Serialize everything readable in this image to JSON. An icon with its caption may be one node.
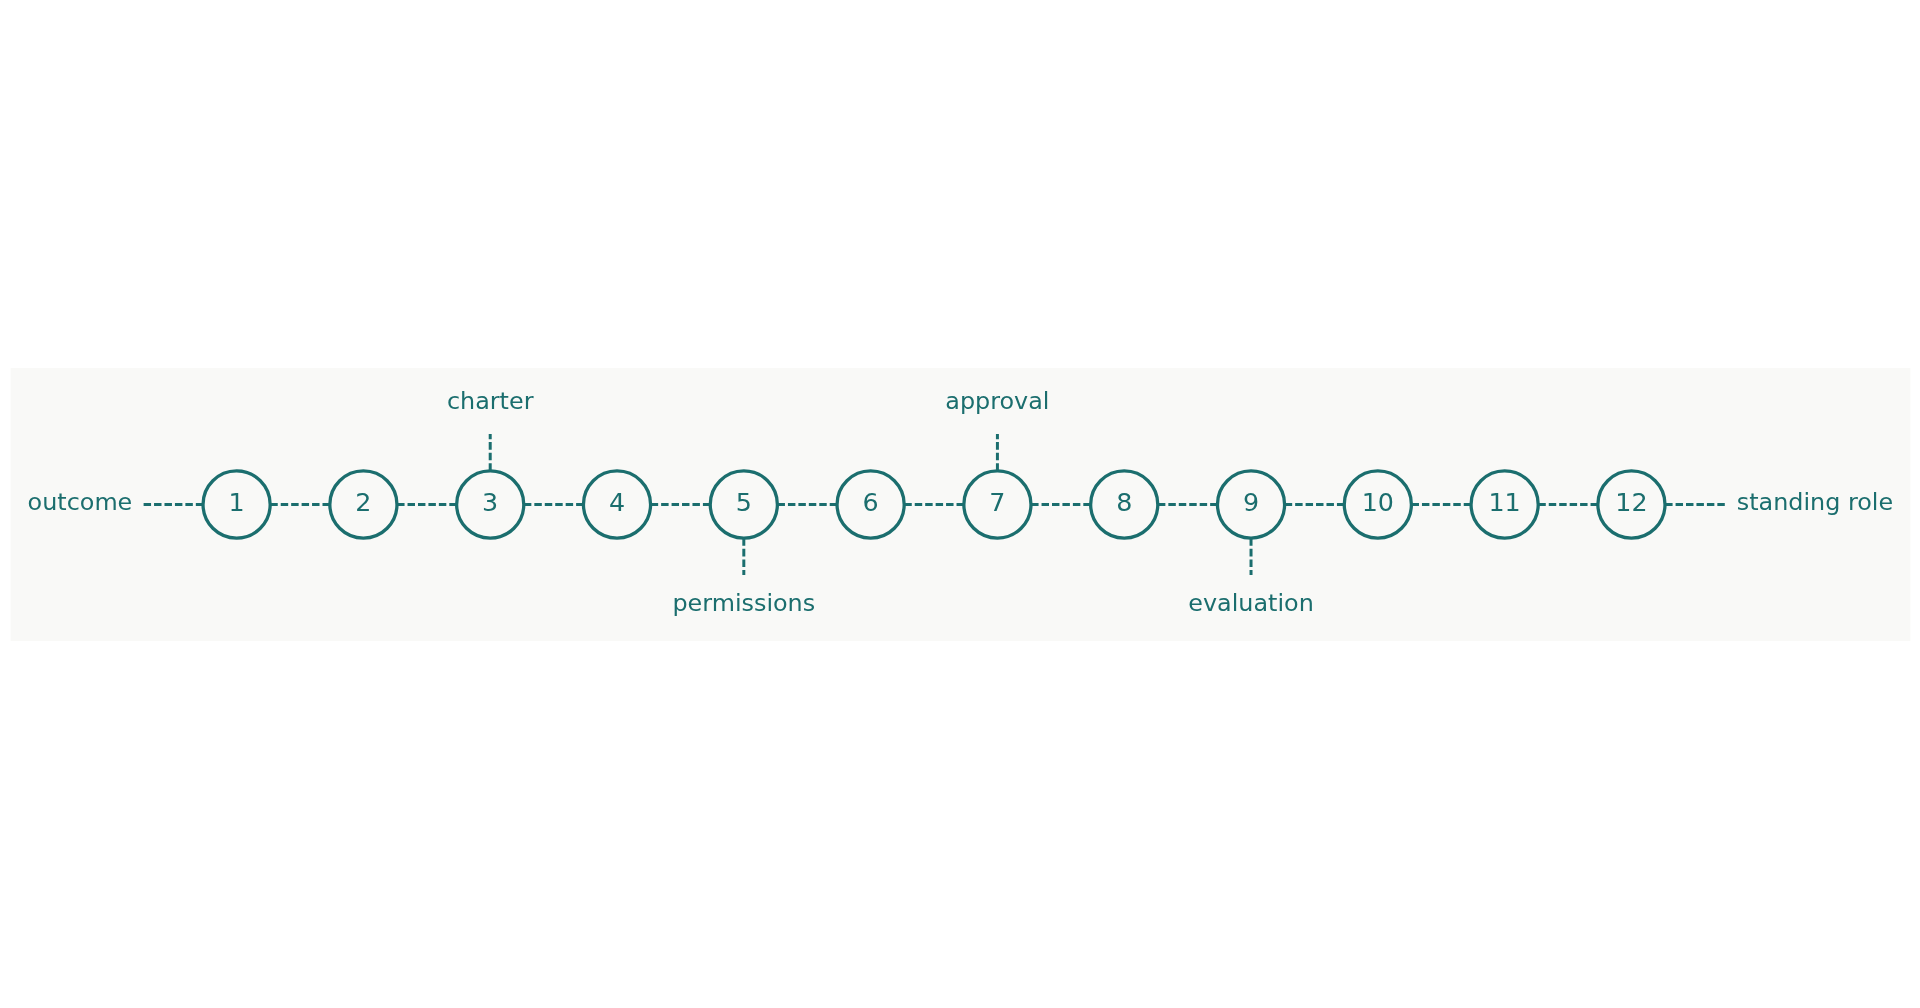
{
  "diagram": {
    "nodes": [
      {
        "text": [
          "outcome"
        ]
      },
      {
        "text": [
          "1"
        ]
      },
      {
        "text": [
          "2"
        ]
      },
      {
        "text": [
          "3"
        ]
      },
      {
        "text": [
          "4"
        ]
      },
      {
        "text": [
          "5"
        ]
      },
      {
        "text": [
          "6"
        ]
      },
      {
        "text": [
          "7"
        ]
      },
      {
        "text": [
          "8"
        ]
      },
      {
        "text": [
          "9"
        ]
      },
      {
        "text": [
          "10"
        ]
      },
      {
        "text": [
          "11"
        ]
      },
      {
        "text": [
          "12"
        ]
      },
      {
        "text": [
          "standing role"
        ]
      },
      {
        "text": [
          "charter"
        ]
      },
      {
        "text": [
          "permissions"
        ]
      },
      {
        "text": [
          "approval"
        ]
      },
      {
        "text": [
          "evaluation"
        ]
      }
    ],
    "edges": [
      {
        "from": 0,
        "to": 1,
        "arrow": "none",
        "style": "dashed"
      },
      {
        "from": 1,
        "to": 2,
        "arrow": "none",
        "style": "dashed"
      },
      {
        "from": 2,
        "to": 3,
        "arrow": "none",
        "style": "dashed"
      },
      {
        "from": 3,
        "to": 4,
        "arrow": "none",
        "style": "dashed"
      },
      {
        "from": 4,
        "to": 5,
        "arrow": "none",
        "style": "dashed"
      },
      {
        "from": 5,
        "to": 6,
        "arrow": "none",
        "style": "dashed"
      },
      {
        "from": 6,
        "to": 7,
        "arrow": "none",
        "style": "dashed"
      },
      {
        "from": 7,
        "to": 8,
        "arrow": "none",
        "style": "dashed"
      },
      {
        "from": 8,
        "to": 9,
        "arrow": "none",
        "style": "dashed"
      },
      {
        "from": 9,
        "to": 10,
        "arrow": "none",
        "style": "dashed"
      },
      {
        "from": 10,
        "to": 11,
        "arrow": "none",
        "style": "dashed"
      },
      {
        "from": 11,
        "to": 12,
        "arrow": "none",
        "style": "dashed"
      },
      {
        "from": 12,
        "to": 13,
        "arrow": "none",
        "style": "dashed"
      },
      {
        "from": 3,
        "to": 14,
        "arrow": "none",
        "style": "dashed"
      },
      {
        "from": 5,
        "to": 15,
        "arrow": "none",
        "style": "dashed"
      },
      {
        "from": 7,
        "to": 16,
        "arrow": "none",
        "style": "dashed"
      },
      {
        "from": 9,
        "to": 17,
        "arrow": "none",
        "style": "dashed"
      }
    ]
  }
}
